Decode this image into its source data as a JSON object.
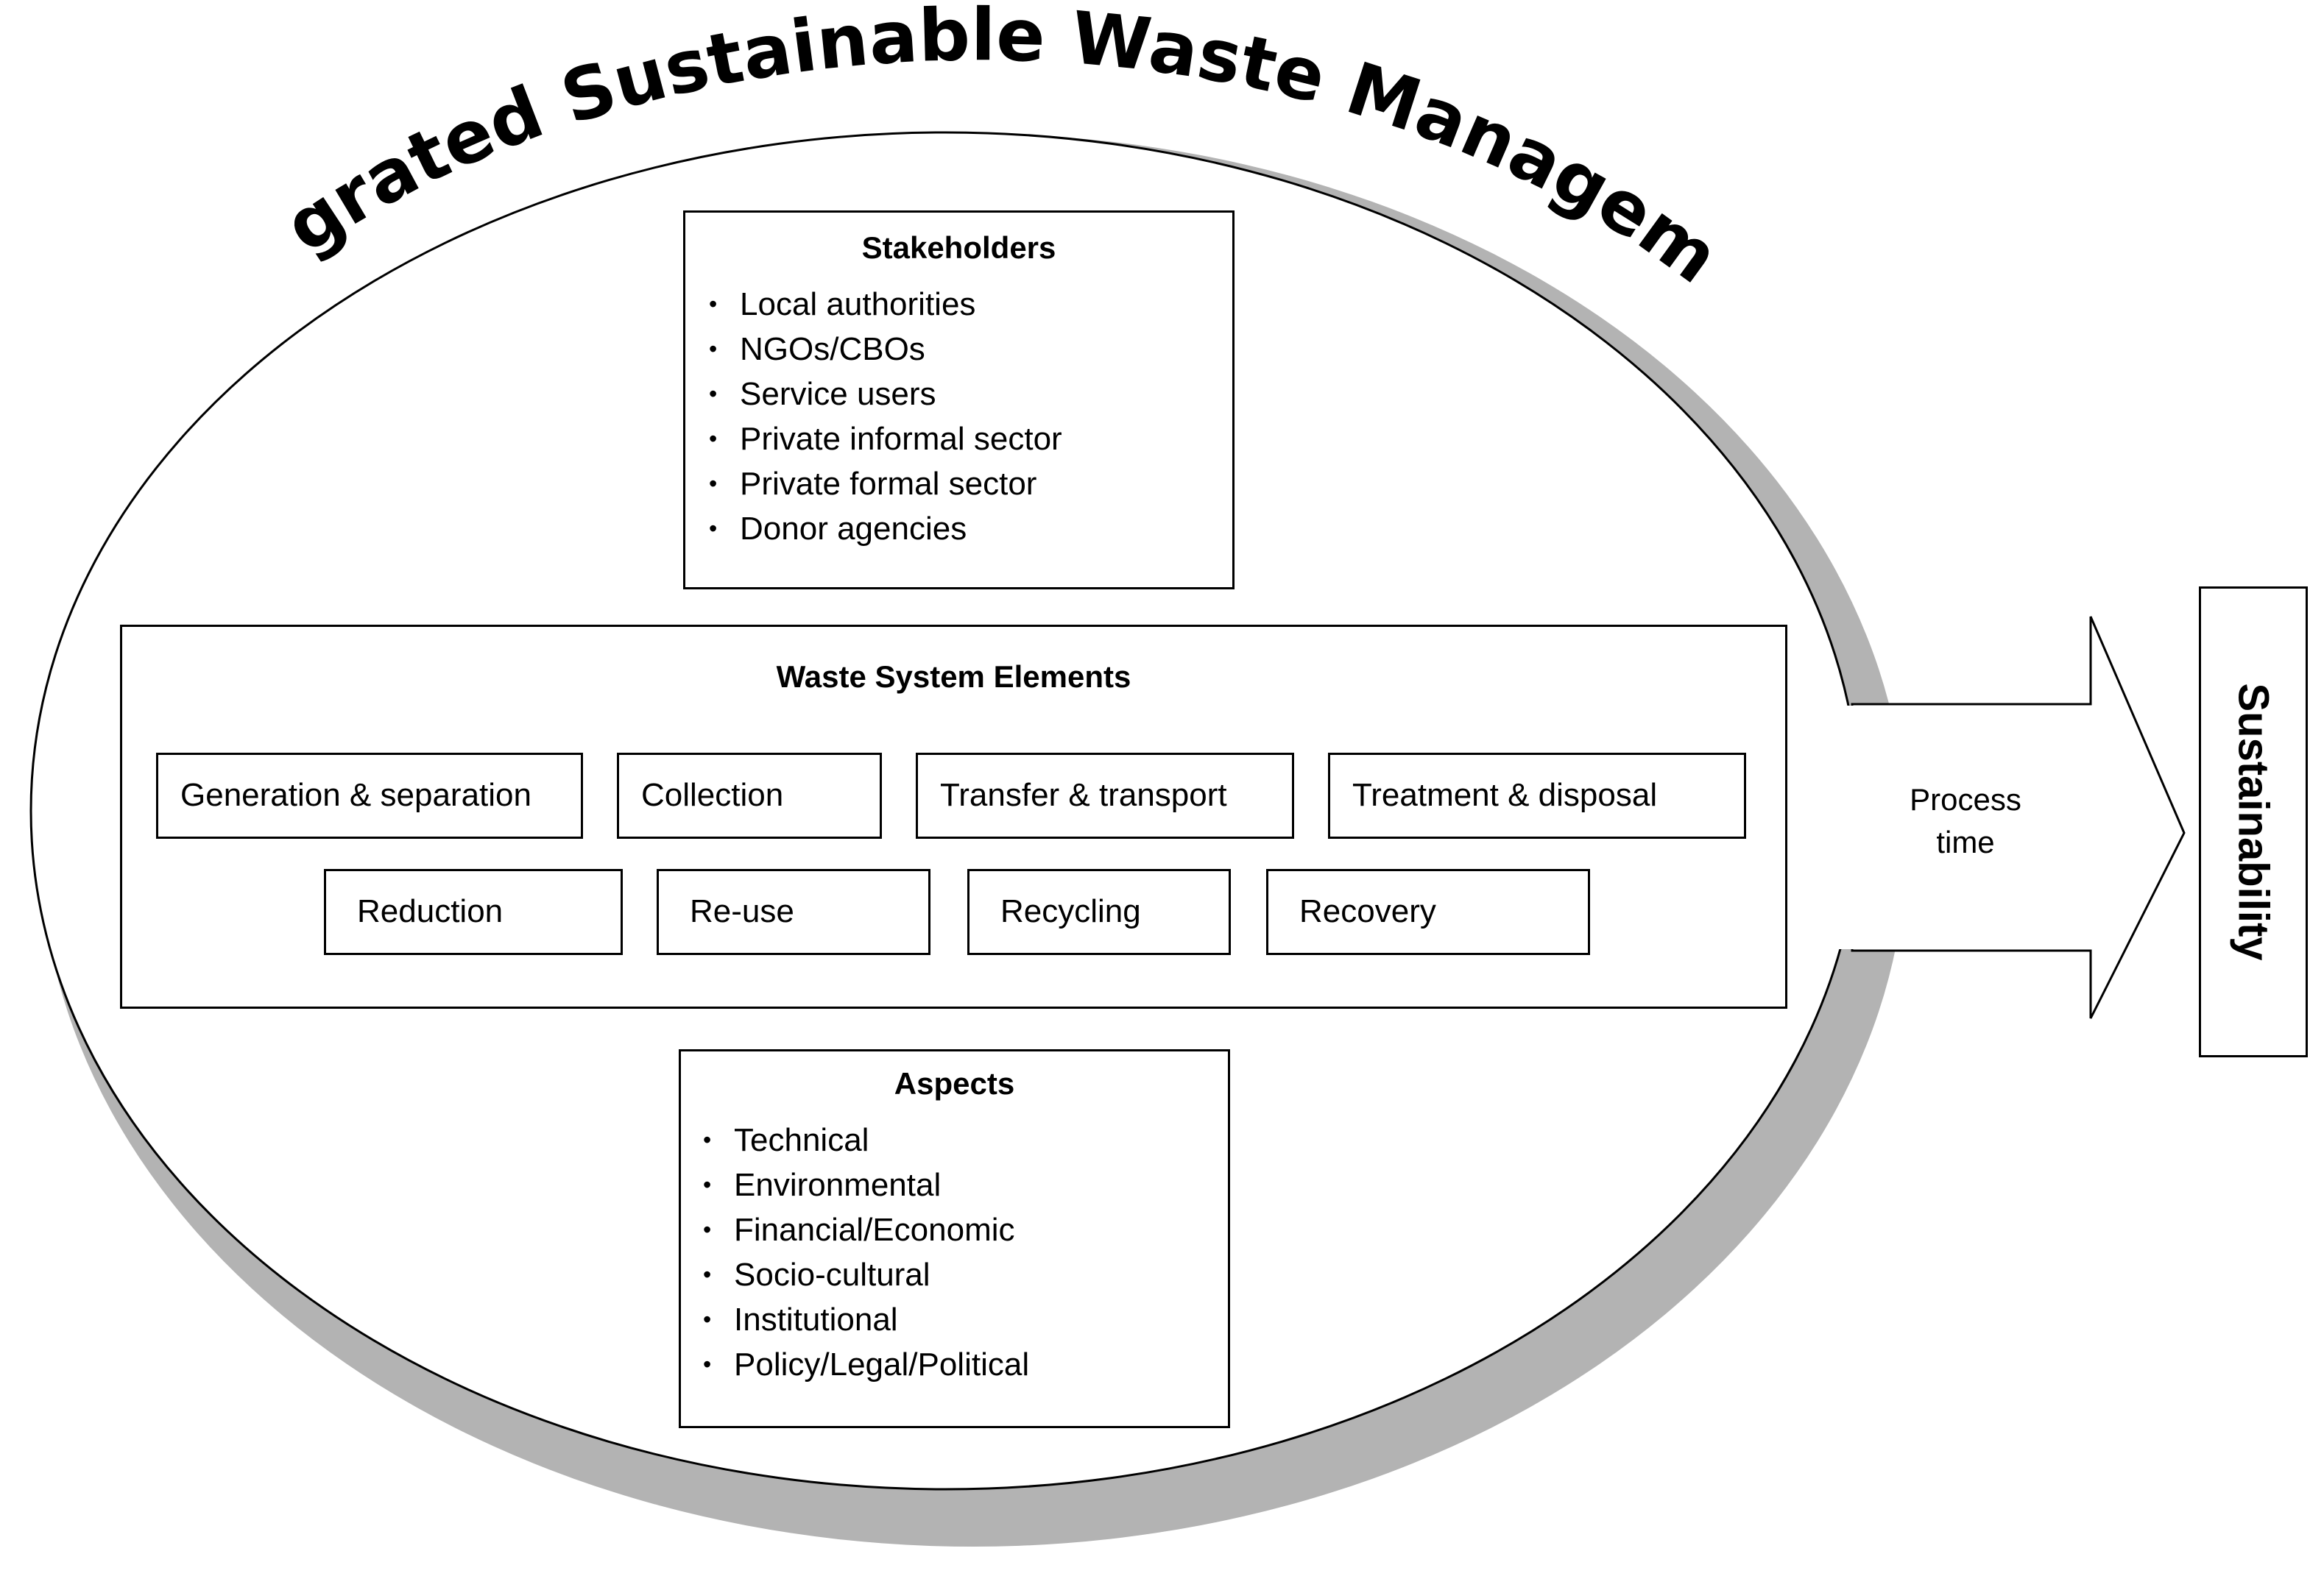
{
  "title": "Integrated Sustainable Waste Management",
  "stakeholders": {
    "title": "Stakeholders",
    "items": [
      "Local authorities",
      "NGOs/CBOs",
      "Service users",
      "Private informal sector",
      "Private formal sector",
      "Donor agencies"
    ]
  },
  "waste_system": {
    "title": "Waste System Elements",
    "row1": [
      "Generation & separation",
      "Collection",
      "Transfer & transport",
      "Treatment & disposal"
    ],
    "row2": [
      "Reduction",
      "Re-use",
      "Recycling",
      "Recovery"
    ]
  },
  "aspects": {
    "title": "Aspects",
    "items": [
      "Technical",
      "Environmental",
      "Financial/Economic",
      "Socio-cultural",
      "Institutional",
      "Policy/Legal/Political"
    ]
  },
  "process_label": "Process time",
  "sustainability": "Sustainability"
}
